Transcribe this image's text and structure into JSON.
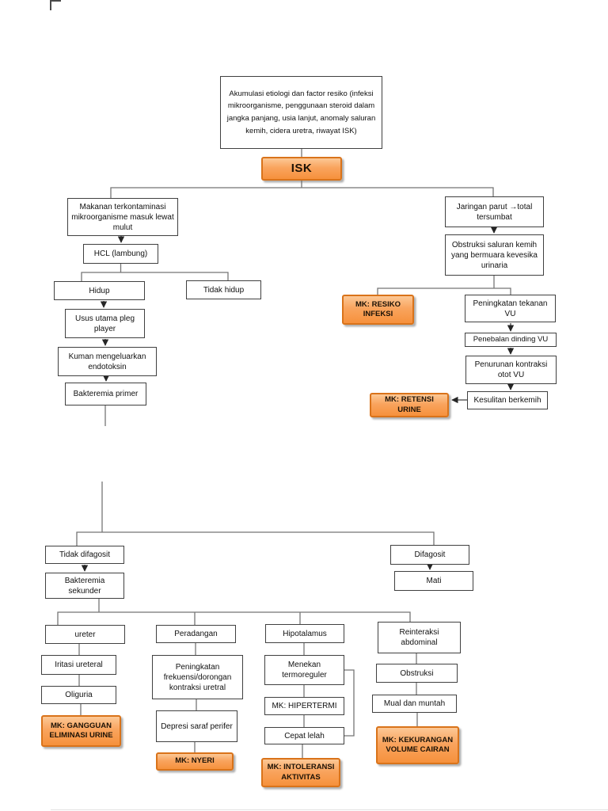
{
  "nodes": {
    "etiology": "Akumulasi etiologi dan factor resiko (infeksi mikroorganisme, penggunaan steroid dalam jangka panjang, usia lanjut, anomaly saluran kemih, cidera uretra, riwayat ISK)",
    "isk": "ISK",
    "makanan": "Makanan terkontaminasi mikroorganisme masuk lewat mulut",
    "hcl": "HCL (lambung)",
    "hidup": "Hidup",
    "tidak_hidup": "Tidak hidup",
    "usus": "Usus utama pleg player",
    "kuman": "Kuman mengeluarkan endotoksin",
    "bakteremia_primer": "Bakteremia primer",
    "jaringan_parut": "Jaringan parut →total tersumbat",
    "obstruksi_saluran": "Obstruksi saluran kemih yang bermuara kevesika urinaria",
    "mk_resiko_infeksi": "MK: RESIKO INFEKSI",
    "peningkatan_tekanan": "Peningkatan tekanan VU",
    "penebalan_dinding": "Penebalan dinding VU",
    "penurunan_kontraksi": "Penurunan kontraksi otot VU",
    "kesulitan_berkemih": "Kesulitan berkemih",
    "mk_retensi_urine": "MK: RETENSI URINE",
    "tidak_difagosit": "Tidak difagosit",
    "bakteremia_sekunder": "Bakteremia sekunder",
    "difagosit": "Difagosit",
    "mati": "Mati",
    "ureter": "ureter",
    "iritasi_ureteral": "Iritasi ureteral",
    "oliguria": "Oliguria",
    "mk_gangguan_eliminasi": "MK: GANGGUAN ELIMINASI URINE",
    "peradangan": "Peradangan",
    "peningkatan_frekuensi": "Peningkatan frekuensi/dorongan kontraksi uretral",
    "depresi_saraf": "Depresi saraf perifer",
    "mk_nyeri": "MK: NYERI",
    "hipotalamus": "Hipotalamus",
    "menekan_termoreguler": "Menekan termoreguler",
    "mk_hipertermi": "MK: HIPERTERMI",
    "cepat_lelah": "Cepat lelah",
    "mk_intoleransi": "MK: INTOLERANSI AKTIVITAS",
    "reinteraksi_abdominal": "Reinteraksi abdominal",
    "obstruksi": "Obstruksi",
    "mual_muntah": "Mual dan muntah",
    "mk_kekurangan_volume": "MK: KEKURANGAN VOLUME CAIRAN"
  },
  "colors": {
    "diagnosis_fill": "#F79646",
    "diagnosis_border": "#D9731A",
    "box_border": "#404040",
    "connector": "#757575"
  }
}
